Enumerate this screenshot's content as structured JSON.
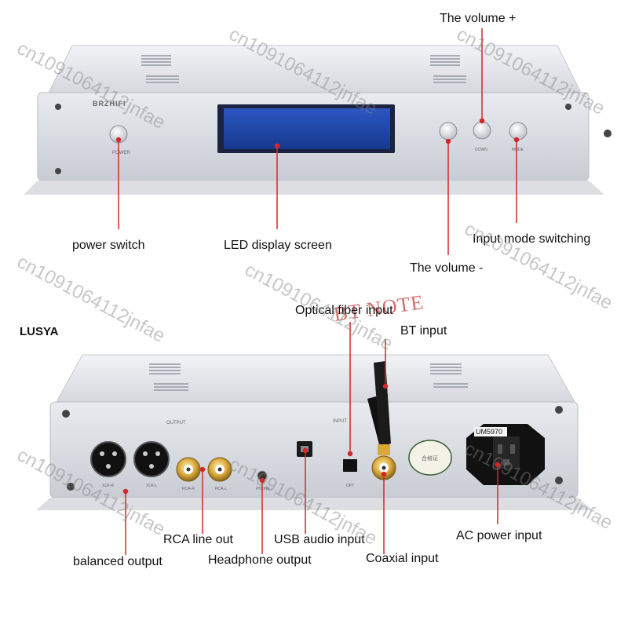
{
  "labels": {
    "volume_plus": "The volume +",
    "power_switch": "power switch",
    "led_display": "LED display screen",
    "input_mode": "Input mode switching",
    "volume_minus": "The volume -",
    "optical_input": "Optical fiber input",
    "bt_input": "BT input",
    "rca_line_out": "RCA line out",
    "usb_audio_input": "USB audio input",
    "ac_power_input": "AC power input",
    "balanced_output": "balanced output",
    "headphone_output": "Headphone output",
    "coaxial_input": "Coaxial input"
  },
  "brand": {
    "seller": "LUSYA",
    "front_logo": "BRZHIFI",
    "front_power_caption": "POWER",
    "front_down_caption": "DOWN",
    "front_mode_caption": "MODE",
    "rear_output_caption": "OUTPUT",
    "rear_input_caption": "INPUT",
    "xlr_r_caption": "XLR-R",
    "xlr_l_caption": "XLR-L",
    "rca_r_caption": "RCA-R",
    "rca_l_caption": "RCA-L",
    "phone_caption": "PHONE",
    "opt_caption": "OPT",
    "cert_text": "合格证",
    "fuse_label": "UM5970"
  },
  "watermark": "cn1091064112jnfae",
  "overlay_text": "BT NOTE",
  "colors": {
    "arrow": "#d22828",
    "chassis": "#d9dbe0",
    "display": "#1c3f9b",
    "text": "#111111"
  }
}
